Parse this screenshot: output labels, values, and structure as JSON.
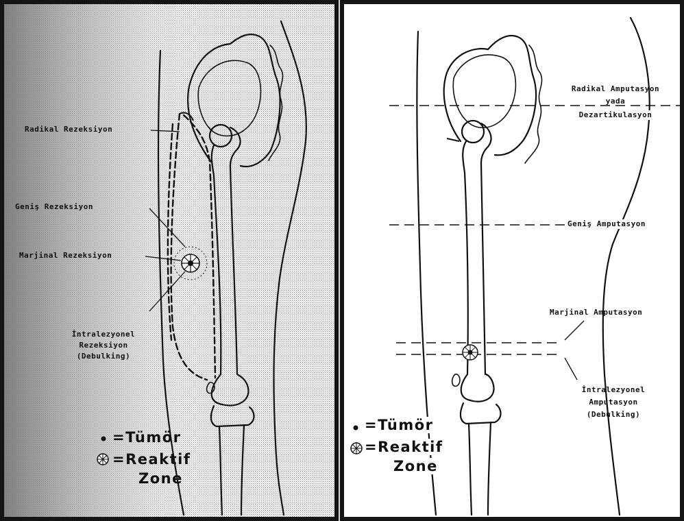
{
  "left_panel": {
    "labels": {
      "radical": "Radikal Rezeksiyon",
      "wide": "Geniş Rezeksiyon",
      "marginal": "Marjinal Rezeksiyon",
      "intra1": "İntralezyonel",
      "intra2": "Rezeksiyon",
      "intra3": "(Debulking)"
    },
    "legend": {
      "tumor": "=Tümör",
      "reactive1": "=Reaktif",
      "reactive2": "Zone"
    }
  },
  "right_panel": {
    "labels": {
      "radical1": "Radikal Amputasyon",
      "radical2": "yada",
      "radical3": "Dezartikulasyon",
      "wide": "Geniş Amputasyon",
      "marginal": "Marjinal Amputasyon",
      "intra1": "İntralezyonel",
      "intra2": "Amputasyon",
      "intra3": "(Debulking)"
    },
    "legend": {
      "tumor": "=Tümör",
      "reactive1": "=Reaktif",
      "reactive2": "Zone"
    }
  },
  "colors": {
    "border": "#141414",
    "line": "#111111",
    "stipple": "#8a8a8a",
    "paper": "#ffffff"
  }
}
